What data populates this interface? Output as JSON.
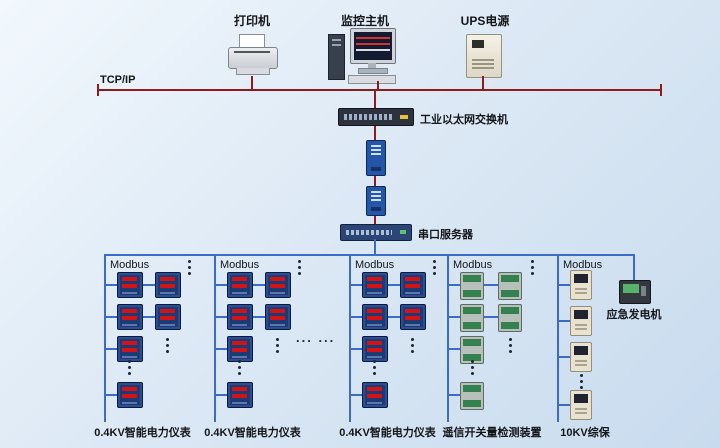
{
  "top": {
    "printer": "打印机",
    "monitor": "监控主机",
    "ups": "UPS电源"
  },
  "backbone": {
    "tcpip": "TCP/IP",
    "switch": "工业以太网交换机",
    "serial_server": "串口服务器"
  },
  "modbus_groups": [
    {
      "bus": "Modbus",
      "label": "0.4KV智能电力仪表"
    },
    {
      "bus": "Modbus",
      "label": "0.4KV智能电力仪表"
    },
    {
      "bus": "Modbus",
      "label": "0.4KV智能电力仪表"
    },
    {
      "bus": "Modbus",
      "label": "遥信开关量检测装置"
    },
    {
      "bus": "Modbus",
      "label": "10KV综保"
    }
  ],
  "generator_label": "应急发电机",
  "ellipsis": "... ...",
  "colors": {
    "tcp_line": "#8e1c1c",
    "bus_line": "#3a6cc8",
    "background_top": "#f2f8fd",
    "background_bottom": "#c8dbee"
  }
}
